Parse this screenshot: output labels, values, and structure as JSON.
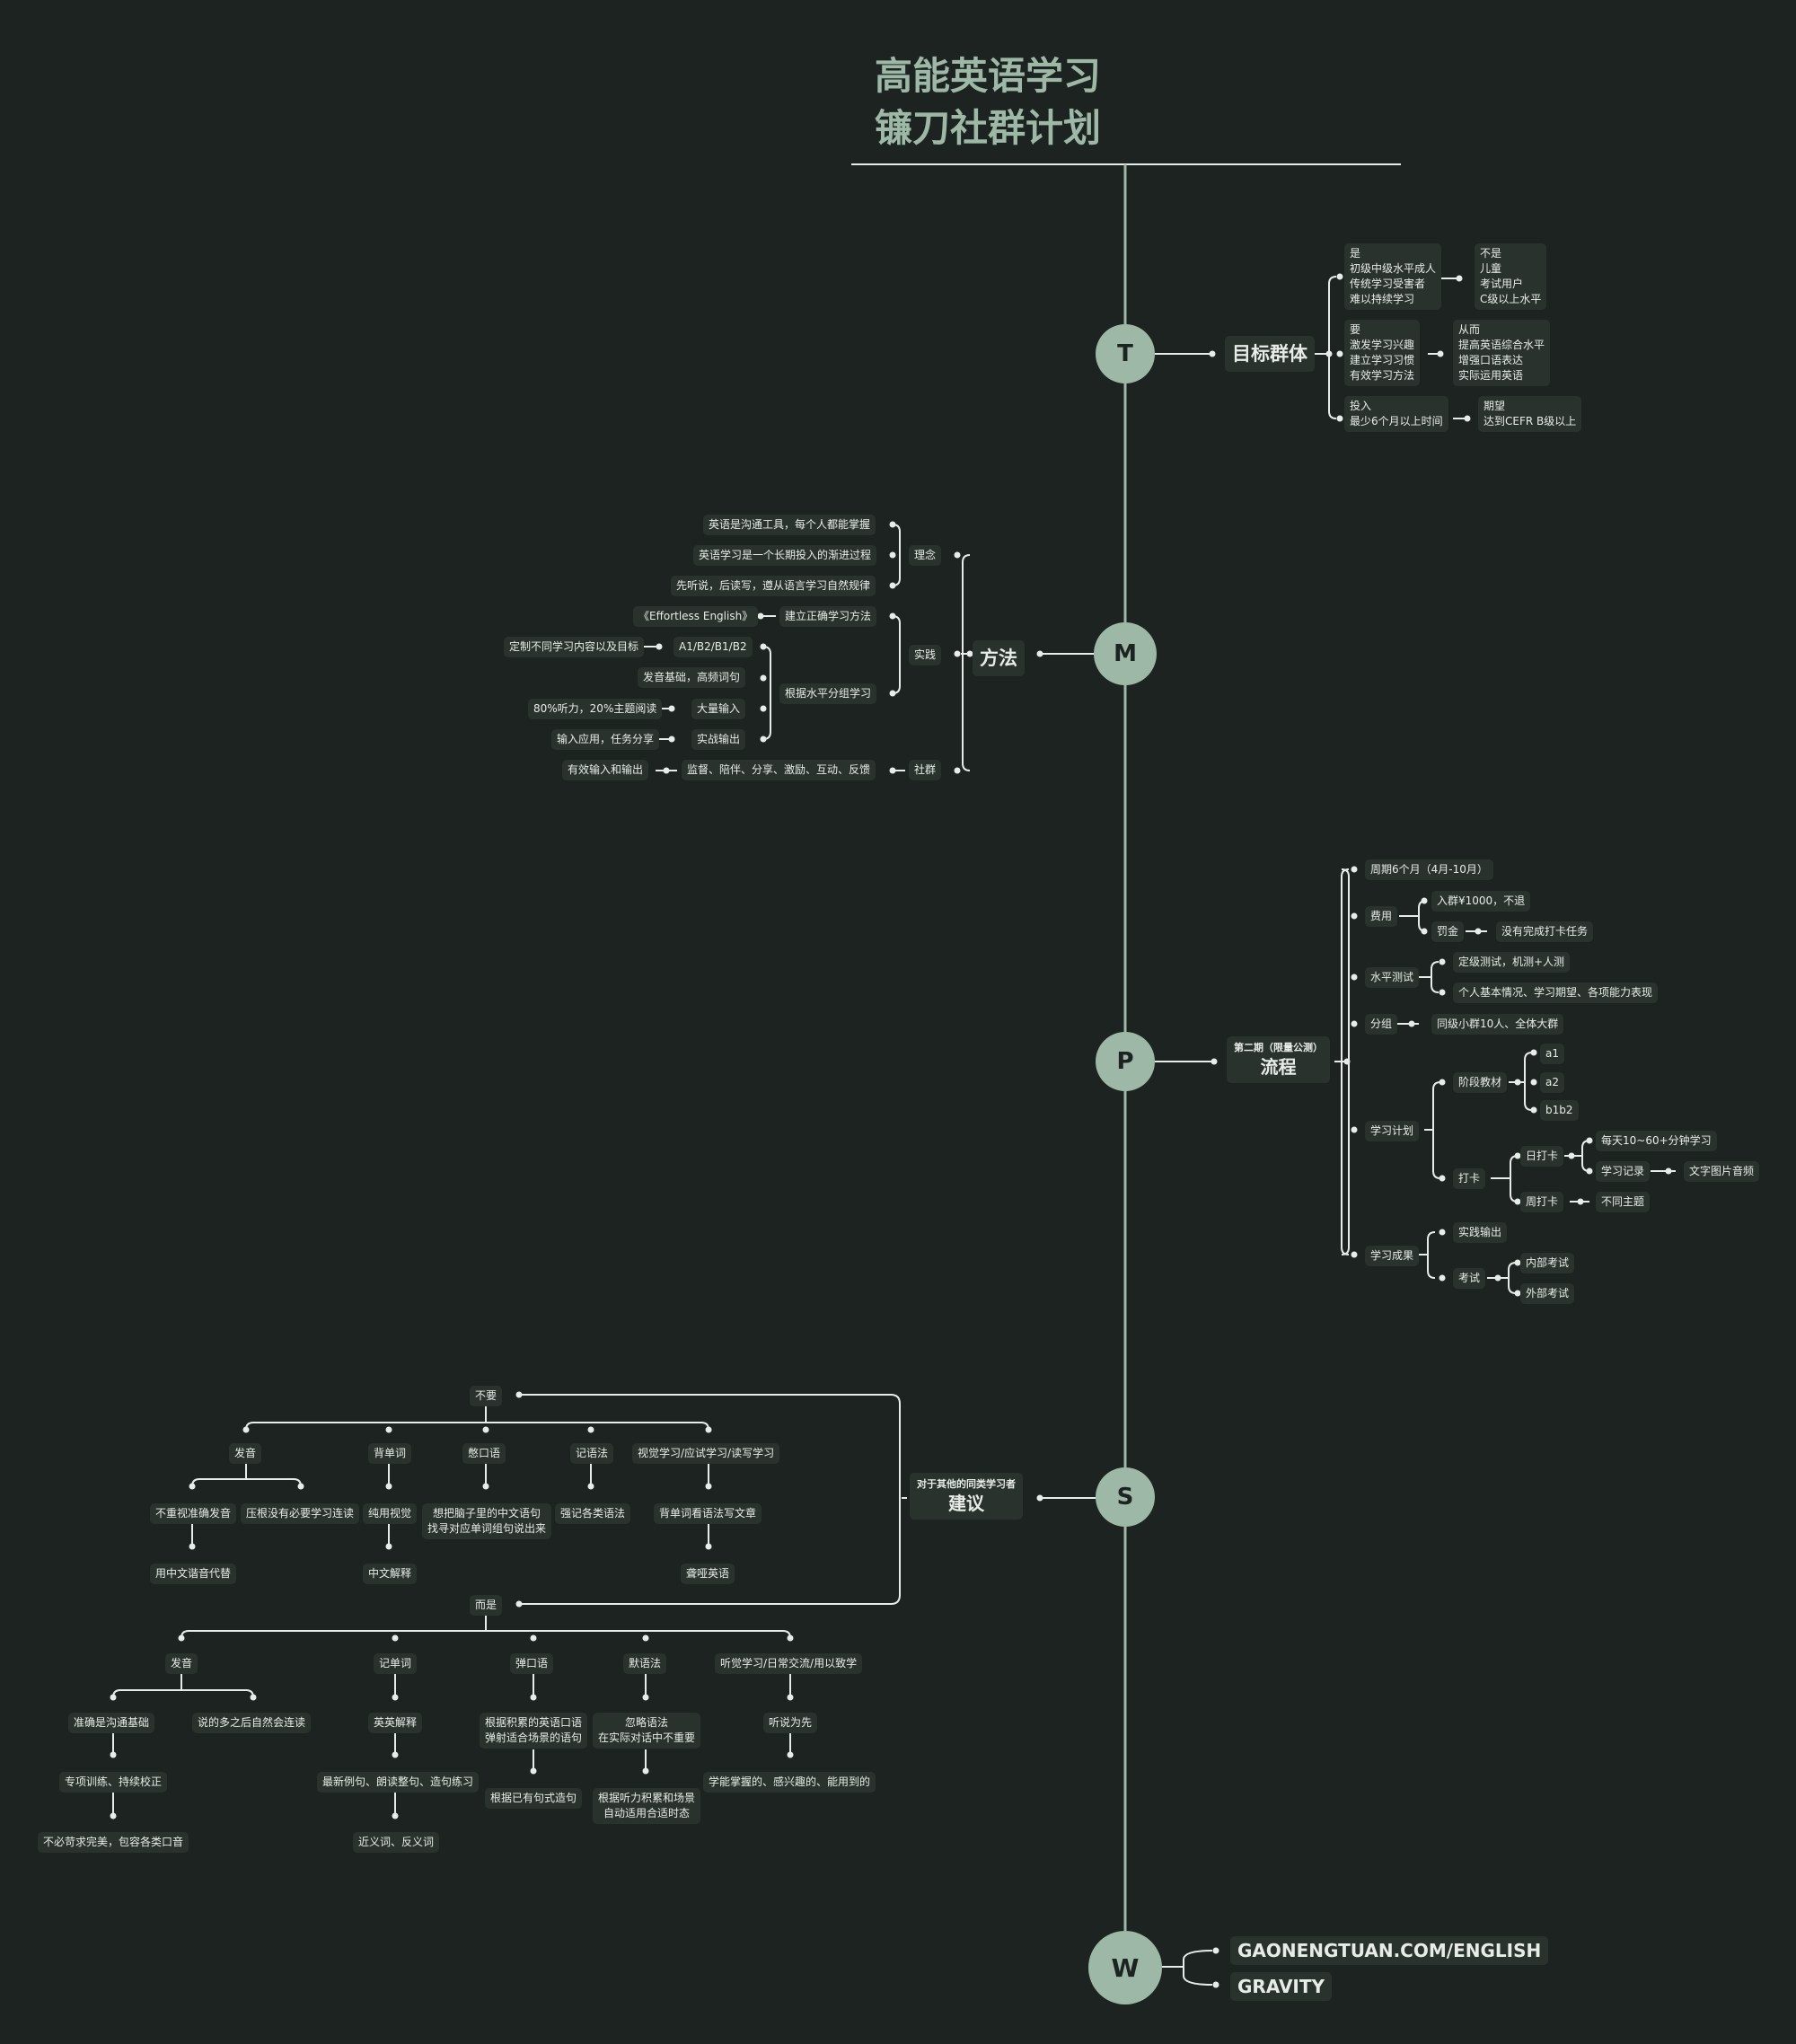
{
  "header": {
    "title_line1": "高能英语学习",
    "title_line2": "镰刀社群计划"
  },
  "colors": {
    "background": "#1c2320",
    "accent": "#9db8a6",
    "node_bg": "#2a322e",
    "line": "#e8ece9"
  },
  "spine": [
    "T",
    "M",
    "P",
    "S",
    "W"
  ],
  "target": {
    "label": "目标群体",
    "is": [
      "是",
      "初级中级水平成人",
      "传统学习受害者",
      "难以持续学习"
    ],
    "is_not": [
      "不是",
      "儿童",
      "考试用户",
      "C级以上水平"
    ],
    "need": [
      "要",
      "激发学习兴趣",
      "建立学习习惯",
      "有效学习方法"
    ],
    "thus": [
      "从而",
      "提高英语综合水平",
      "增强口语表达",
      "实际运用英语"
    ],
    "invest": [
      "投入",
      "最少6个月以上时间"
    ],
    "expect": [
      "期望",
      "达到CEFR B级以上"
    ]
  },
  "method": {
    "label": "方法",
    "philosophy": "理念",
    "philosophy_items": [
      "英语是沟通工具，每个人都能掌握",
      "英语学习是一个长期投入的渐进过程",
      "先听说，后读写，遵从语言学习自然规律"
    ],
    "practice": "实践",
    "correct_method": "建立正确学习方法",
    "book": "《Effortless English》",
    "level_group": "根据水平分组学习",
    "levels": "A1/B2/B1/B2",
    "levels_goal": "定制不同学习内容以及目标",
    "basics": "发音基础，高频词句",
    "mass_input": "大量输入",
    "mass_input_detail": "80%听力，20%主题阅读",
    "output": "实战输出",
    "output_detail": "输入应用，任务分享",
    "community": "社群",
    "community_items": "监督、陪伴、分享、激励、互动、反馈",
    "community_goal": "有效输入和输出"
  },
  "process": {
    "label_small": "第二期（限量公测）",
    "label_big": "流程",
    "period": "周期6个月（4月-10月）",
    "fee": "费用",
    "fee_join": "入群¥1000，不退",
    "fine": "罚金",
    "fine_detail": "没有完成打卡任务",
    "level_test": "水平测试",
    "test_1": "定级测试，机测+人测",
    "test_2": "个人基本情况、学习期望、各项能力表现",
    "grouping": "分组",
    "grouping_detail": "同级小群10人、全体大群",
    "plan": "学习计划",
    "textbook": "阶段教材",
    "tb_levels": [
      "a1",
      "a2",
      "b1b2"
    ],
    "checkin": "打卡",
    "daily": "日打卡",
    "daily_1": "每天10~60+分钟学习",
    "record": "学习记录",
    "record_detail": "文字图片音频",
    "weekly": "周打卡",
    "weekly_detail": "不同主题",
    "results": "学习成果",
    "practice_output": "实践输出",
    "exam": "考试",
    "exam_internal": "内部考试",
    "exam_external": "外部考试"
  },
  "suggest": {
    "label_small": "对于其他的同类学习者",
    "label_big": "建议",
    "dont": "不要",
    "dont_cats": [
      "发音",
      "背单词",
      "憋口语",
      "记语法",
      "视觉学习/应试学习/读写学习"
    ],
    "dont_pron_1": "不重视准确发音",
    "dont_pron_2": "压根没有必要学习连读",
    "dont_pron_1b": "用中文谐音代替",
    "dont_words_1": "纯用视觉",
    "dont_words_2": "中文解释",
    "dont_speak": [
      "想把脑子里的中文语句",
      "找寻对应单词组句说出来"
    ],
    "dont_grammar": "强记各类语法",
    "dont_visual_1": "背单词看语法写文章",
    "dont_visual_2": "聋哑英语",
    "but": "而是",
    "but_cats": [
      "发音",
      "记单词",
      "弹口语",
      "默语法",
      "听觉学习/日常交流/用以致学"
    ],
    "but_pron_1": "准确是沟通基础",
    "but_pron_2": "说的多之后自然会连读",
    "but_pron_3": "专项训练、持续校正",
    "but_pron_4": "不必苛求完美，包容各类口音",
    "but_words_1": "英英解释",
    "but_words_2": "最新例句、朗读整句、造句练习",
    "but_words_3": "近义词、反义词",
    "but_speak_1": [
      "根据积累的英语口语",
      "弹射适合场景的语句"
    ],
    "but_speak_2": "根据已有句式造句",
    "but_grammar_1": [
      "忽略语法",
      "在实际对话中不重要"
    ],
    "but_grammar_2": [
      "根据听力积累和场景",
      "自动适用合适时态"
    ],
    "but_listen_1": "听说为先",
    "but_listen_2": "学能掌握的、感兴趣的、能用到的"
  },
  "web": {
    "url": "GAONENGTUAN.COM/ENGLISH",
    "brand": "GRAVITY"
  }
}
